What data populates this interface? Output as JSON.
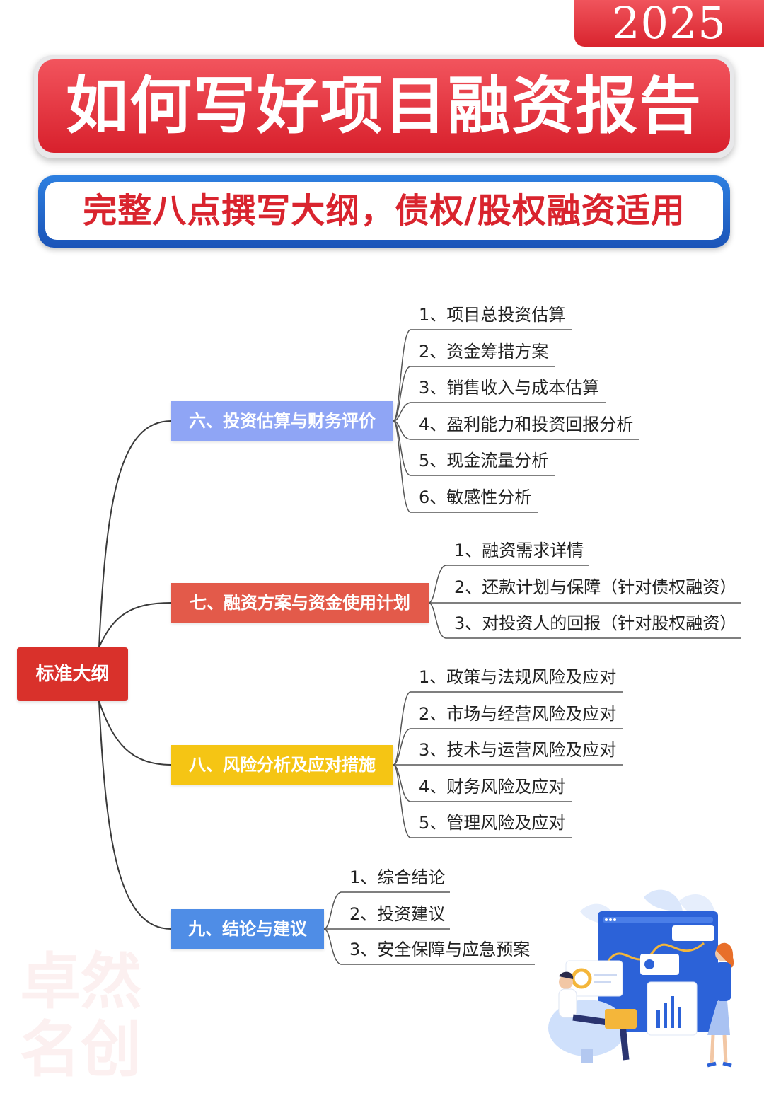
{
  "header": {
    "year": "2025",
    "title": "如何写好项目融资报告",
    "subtitle": "完整八点撰写大纲，债权/股权融资适用"
  },
  "mindmap": {
    "root": "标准大纲",
    "branches": [
      {
        "label": "六、投资估算与财务评价",
        "color": "#8fa5f5",
        "items": [
          "1、项目总投资估算",
          "2、资金筹措方案",
          "3、销售收入与成本估算",
          "4、盈利能力和投资回报分析",
          "5、现金流量分析",
          "6、敏感性分析"
        ]
      },
      {
        "label": "七、融资方案与资金使用计划",
        "color": "#e35a4a",
        "items": [
          "1、融资需求详情",
          "2、还款计划与保障（针对债权融资）",
          "3、对投资人的回报（针对股权融资）"
        ]
      },
      {
        "label": "八、风险分析及应对措施",
        "color": "#f5c514",
        "items": [
          "1、政策与法规风险及应对",
          "2、市场与经营风险及应对",
          "3、技术与运营风险及应对",
          "4、财务风险及应对",
          "5、管理风险及应对"
        ]
      },
      {
        "label": "九、结论与建议",
        "color": "#4f8de6",
        "items": [
          "1、综合结论",
          "2、投资建议",
          "3、安全保障与应急预案"
        ]
      }
    ]
  },
  "watermark": {
    "line1": "卓然",
    "line2": "名创"
  }
}
